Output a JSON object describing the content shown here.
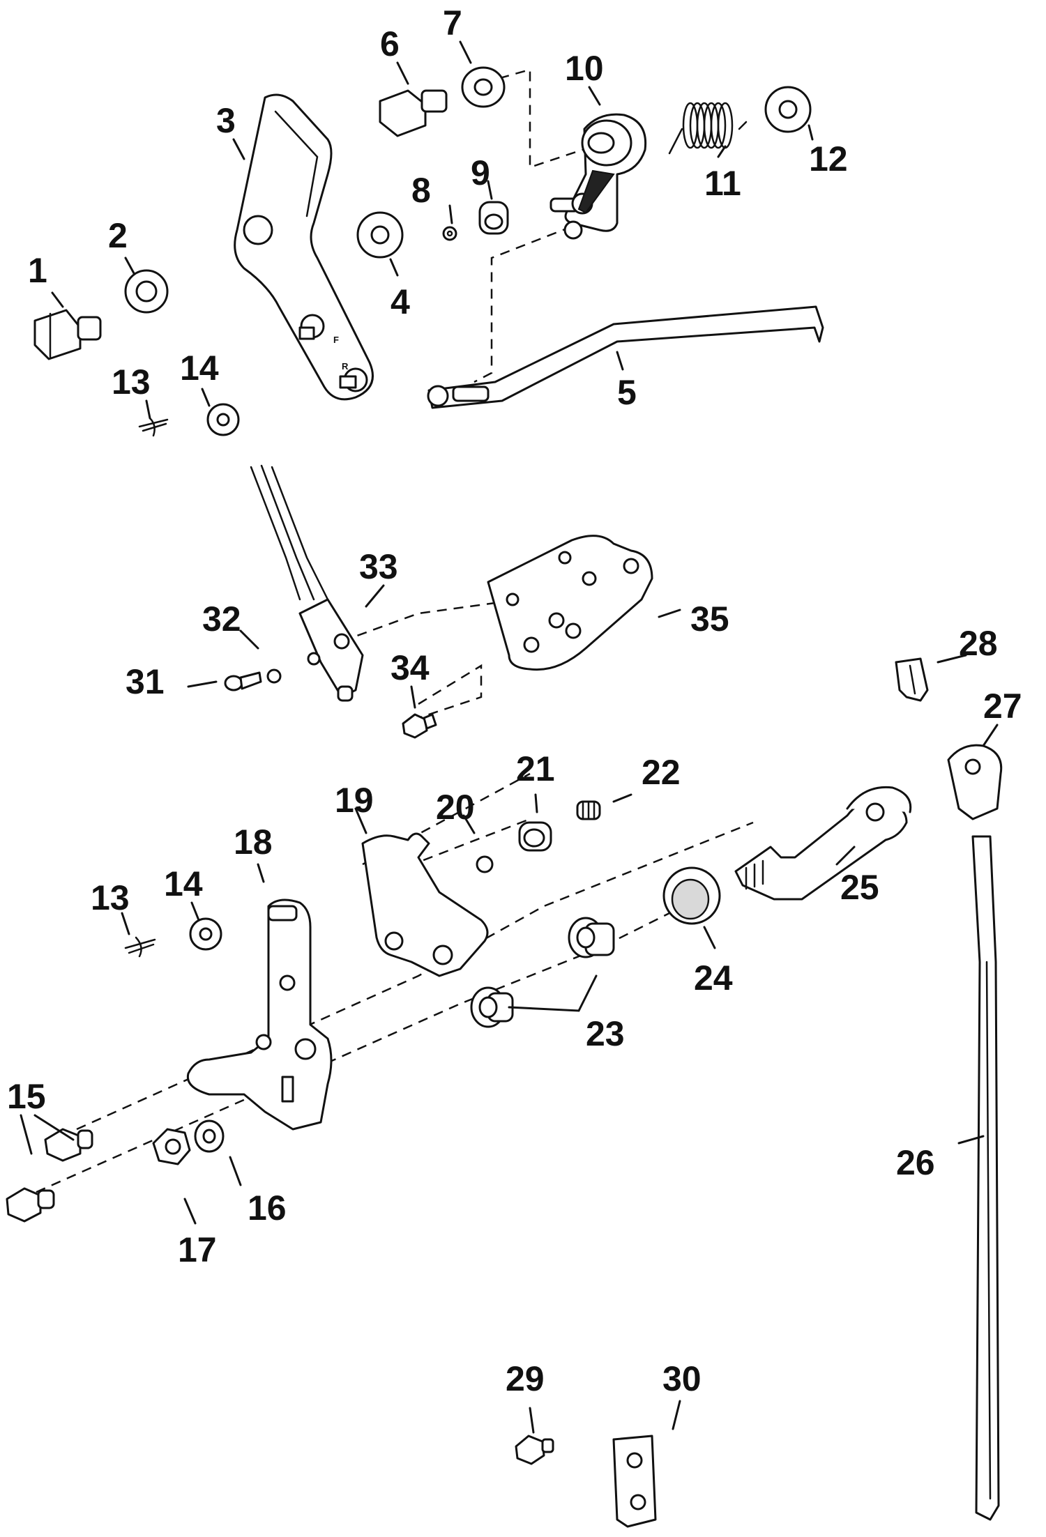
{
  "diagram": {
    "callouts": [
      "1",
      "2",
      "3",
      "4",
      "5",
      "6",
      "7",
      "8",
      "9",
      "10",
      "11",
      "12",
      "13",
      "14",
      "15",
      "16",
      "17",
      "18",
      "19",
      "20",
      "21",
      "22",
      "23",
      "24",
      "25",
      "26",
      "27",
      "28",
      "29",
      "30",
      "31",
      "32",
      "33",
      "34",
      "35",
      "13",
      "14"
    ],
    "lever_marks": [
      "F",
      "R"
    ]
  }
}
